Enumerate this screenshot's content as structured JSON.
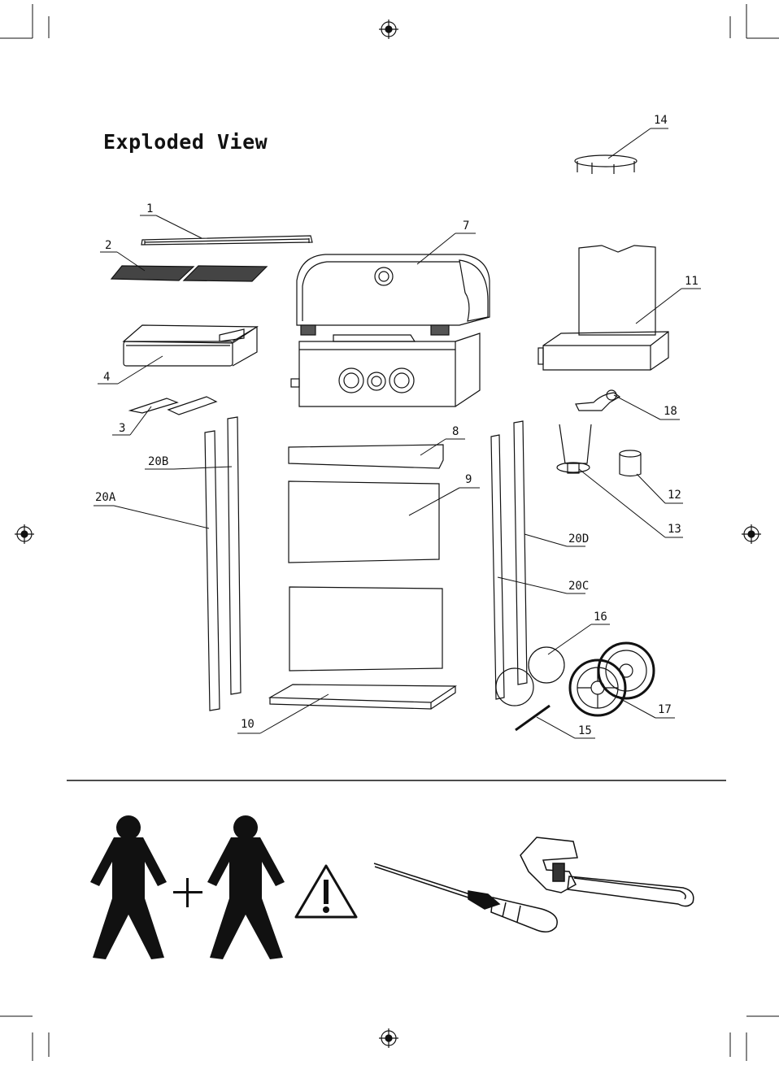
{
  "title": "Exploded View",
  "part_labels": {
    "p1": "1",
    "p2": "2",
    "p3": "3",
    "p4": "4",
    "p7": "7",
    "p8": "8",
    "p9": "9",
    "p10": "10",
    "p11": "11",
    "p12": "12",
    "p13": "13",
    "p14": "14",
    "p15": "15",
    "p16": "16",
    "p17": "17",
    "p18": "18",
    "p20A": "20A",
    "p20B": "20B",
    "p20C": "20C",
    "p20D": "20D"
  },
  "icons": {
    "assemblers": "two-person-icon",
    "warning": "warning-triangle-icon",
    "screwdriver": "screwdriver-icon",
    "wrench": "adjustable-wrench-icon",
    "registration": "registration-mark-icon"
  },
  "colors": {
    "ink": "#111111",
    "paper": "#ffffff"
  }
}
